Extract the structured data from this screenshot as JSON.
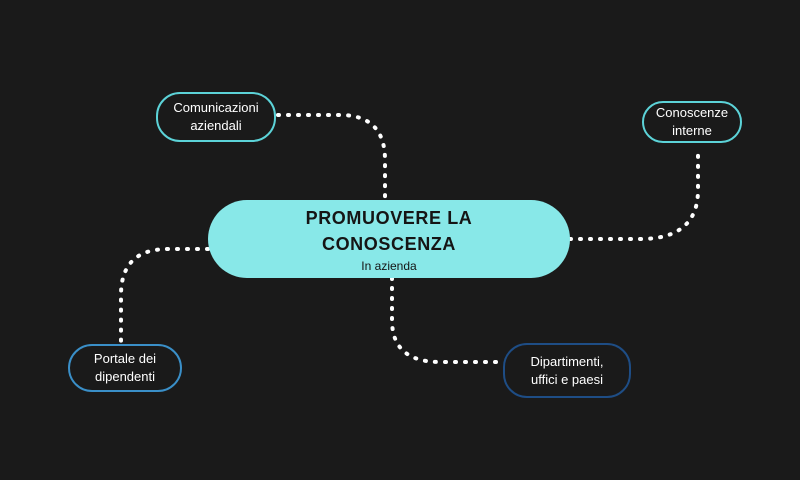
{
  "center": {
    "title": "PROMUOVERE LA\nCONOSCENZA",
    "subtitle": "In azienda"
  },
  "branches": [
    {
      "id": "comunicazioni",
      "label": "Comunicazioni\naziendali",
      "border_color": "#5cd3d8"
    },
    {
      "id": "conoscenze",
      "label": "Conoscenze\ninterne",
      "border_color": "#5cd3d8"
    },
    {
      "id": "portale",
      "label": "Portale dei\ndipendenti",
      "border_color": "#3a8fc8"
    },
    {
      "id": "dipartimenti",
      "label": "Dipartimenti,\nuffici e paesi",
      "border_color": "#1e4d85"
    }
  ],
  "colors": {
    "background": "#1a1a1a",
    "center_fill": "#88e8e8",
    "connector": "#ffffff"
  }
}
